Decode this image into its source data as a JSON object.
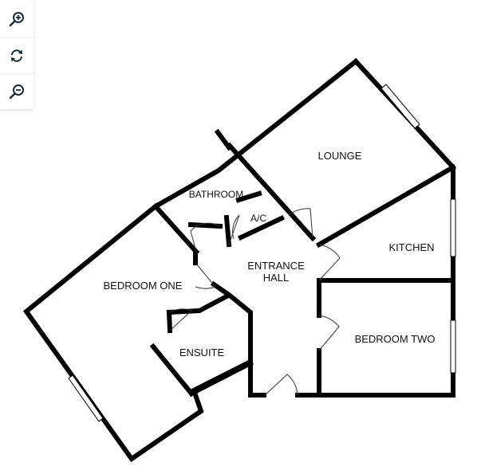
{
  "toolbar": {
    "zoom_in_icon": "zoom-in-icon",
    "reset_icon": "refresh-icon",
    "zoom_out_icon": "zoom-out-icon"
  },
  "colors": {
    "wall": "#000000",
    "door_line": "#333333",
    "icon": "#1a2a36",
    "background": "#ffffff"
  },
  "floorplan": {
    "rooms": {
      "lounge": "LOUNGE",
      "bathroom": "BATHROOM",
      "ac": "A/C",
      "kitchen": "KITCHEN",
      "entrance_hall_line1": "ENTRANCE",
      "entrance_hall_line2": "HALL",
      "bedroom_one": "BEDROOM ONE",
      "bedroom_two": "BEDROOM TWO",
      "ensuite": "ENSUITE"
    }
  }
}
